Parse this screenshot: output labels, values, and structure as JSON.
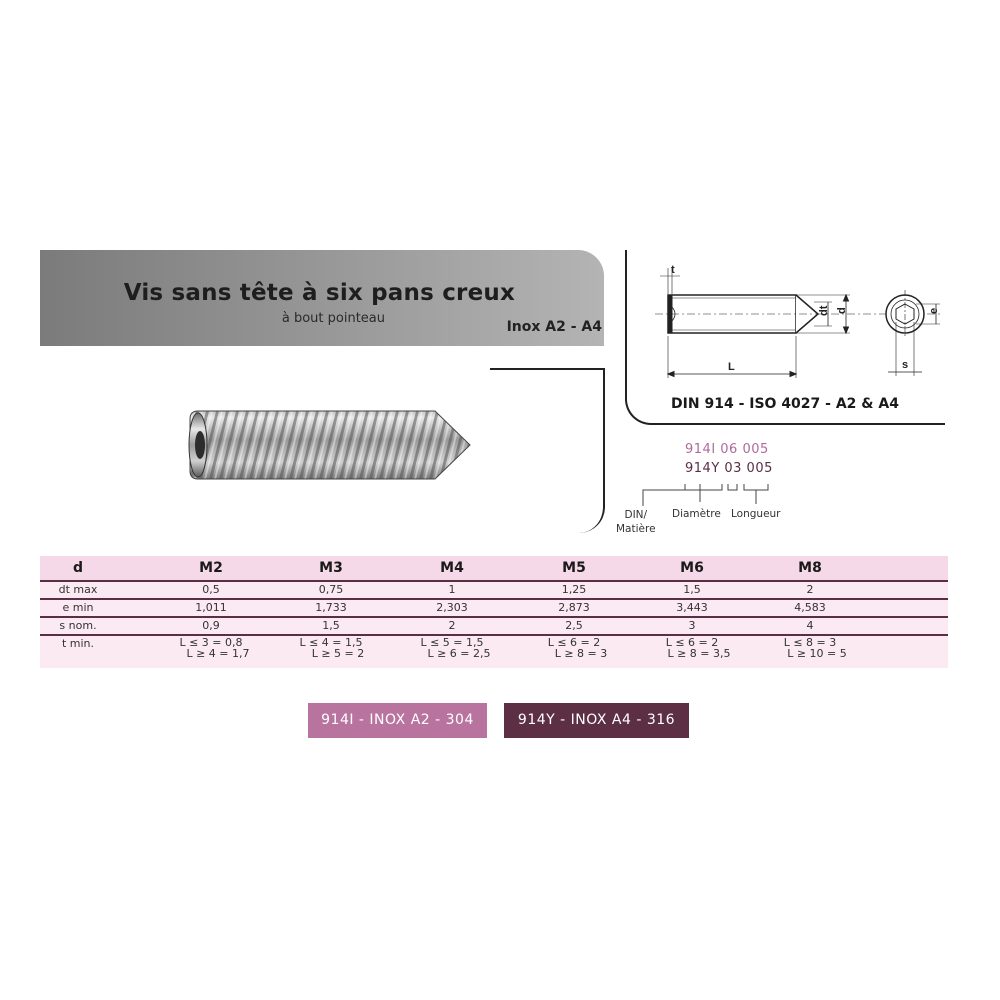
{
  "header": {
    "title": "Vis sans tête à six pans creux",
    "subtitle": "à bout pointeau",
    "material": "Inox A2 - A4"
  },
  "drawing": {
    "caption": "DIN 914 - ISO 4027 - A2 & A4",
    "dim_labels": {
      "t": "t",
      "dt": "dt",
      "d": "d",
      "L": "L",
      "e": "e",
      "s": "s"
    }
  },
  "reference_code": {
    "line1": "914I 06 005",
    "line2": "914Y 03 005",
    "label_din": "DIN/",
    "label_matiere": "Matière",
    "label_diametre": "Diamètre",
    "label_longueur": "Longueur",
    "colors": {
      "a2": "#b06a9c",
      "a4": "#5a2e44"
    }
  },
  "table": {
    "header_label": "d",
    "columns": [
      "M2",
      "M3",
      "M4",
      "M5",
      "M6",
      "M8"
    ],
    "rows": [
      {
        "label": "dt max",
        "values": [
          "0,5",
          "0,75",
          "1",
          "1,25",
          "1,5",
          "2"
        ]
      },
      {
        "label": "e min",
        "values": [
          "1,011",
          "1,733",
          "2,303",
          "2,873",
          "3,443",
          "4,583"
        ]
      },
      {
        "label": "s nom.",
        "values": [
          "0,9",
          "1,5",
          "2",
          "2,5",
          "3",
          "4"
        ]
      },
      {
        "label": "t min.",
        "values": [
          "L ≤ 3 = 0,8\n    L ≥ 4 = 1,7",
          "L ≤ 4 = 1,5\n    L ≥ 5 = 2",
          "L ≤ 5 = 1,5\n    L ≥ 6 = 2,5",
          "L ≤ 6 = 2\n    L ≥ 8 = 3",
          "L ≤ 6 = 2\n    L ≥ 8 = 3,5",
          "L ≤ 8 = 3\n    L ≥ 10 = 5"
        ]
      }
    ]
  },
  "badges": {
    "a2": {
      "label": "914I - INOX A2 - 304",
      "color": "#b9739f"
    },
    "a4": {
      "label": "914Y - INOX A4 - 316",
      "color": "#5c2f45"
    }
  }
}
